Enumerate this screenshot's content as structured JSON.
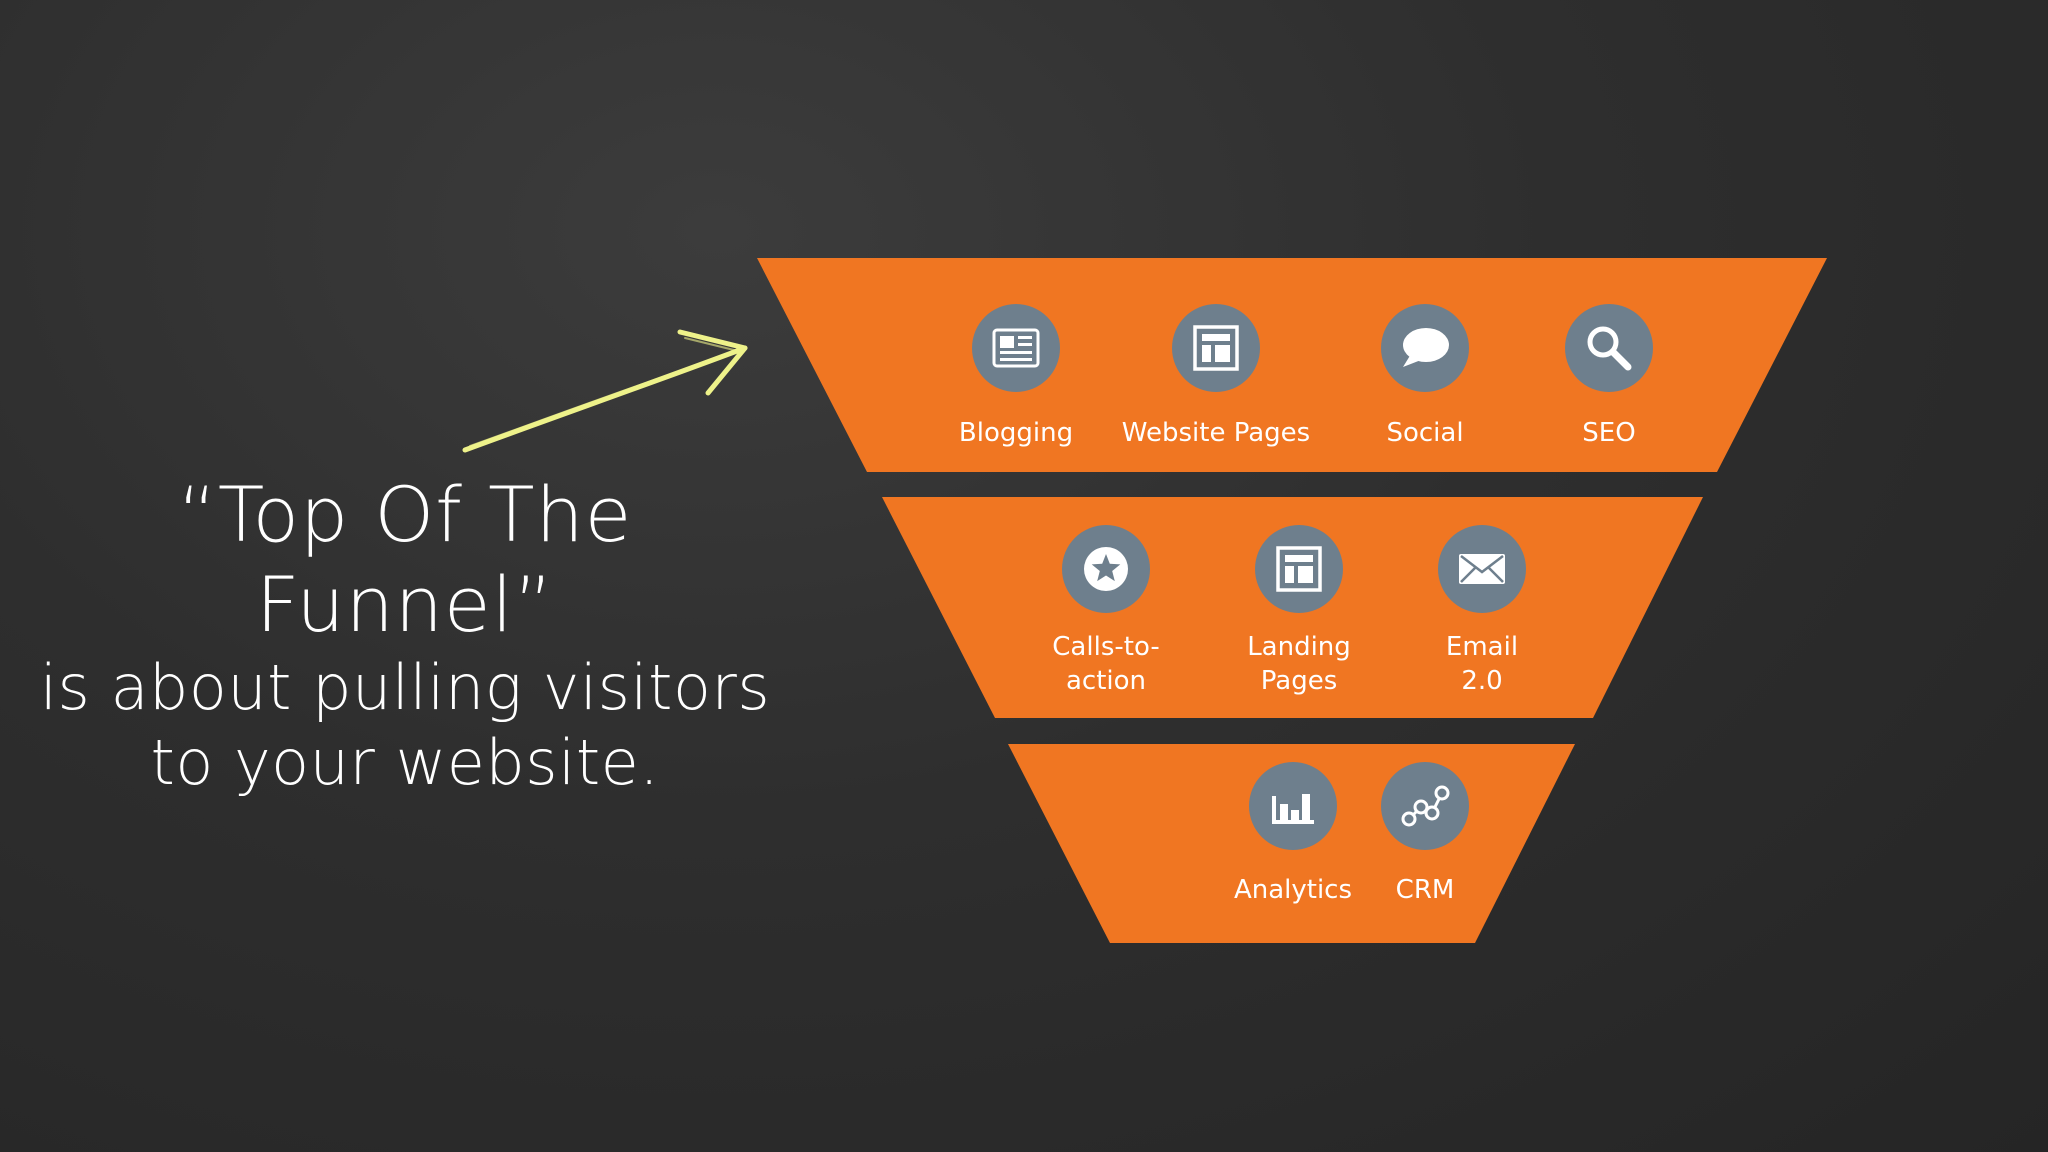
{
  "headline": {
    "line1": "“Top Of The Funnel”",
    "line2": "is about pulling visitors",
    "line3": "to your website."
  },
  "colors": {
    "funnel": "#f07622",
    "icon_circle": "#6e7f8d",
    "arrow": "#eef28a",
    "text": "#ffffff"
  },
  "funnel": {
    "tiers": [
      {
        "items": [
          {
            "icon": "newspaper-icon",
            "label": [
              "Blogging"
            ]
          },
          {
            "icon": "layout-icon",
            "label": [
              "Website Pages"
            ]
          },
          {
            "icon": "speech-bubble-icon",
            "label": [
              "Social"
            ]
          },
          {
            "icon": "magnifier-icon",
            "label": [
              "SEO"
            ]
          }
        ]
      },
      {
        "items": [
          {
            "icon": "star-icon",
            "label": [
              "Calls-to-",
              "action"
            ]
          },
          {
            "icon": "layout-icon",
            "label": [
              "Landing",
              "Pages"
            ]
          },
          {
            "icon": "envelope-icon",
            "label": [
              "Email",
              "2.0"
            ]
          }
        ]
      },
      {
        "items": [
          {
            "icon": "bar-chart-icon",
            "label": [
              "Analytics"
            ]
          },
          {
            "icon": "network-nodes-icon",
            "label": [
              "CRM"
            ]
          }
        ]
      }
    ]
  }
}
